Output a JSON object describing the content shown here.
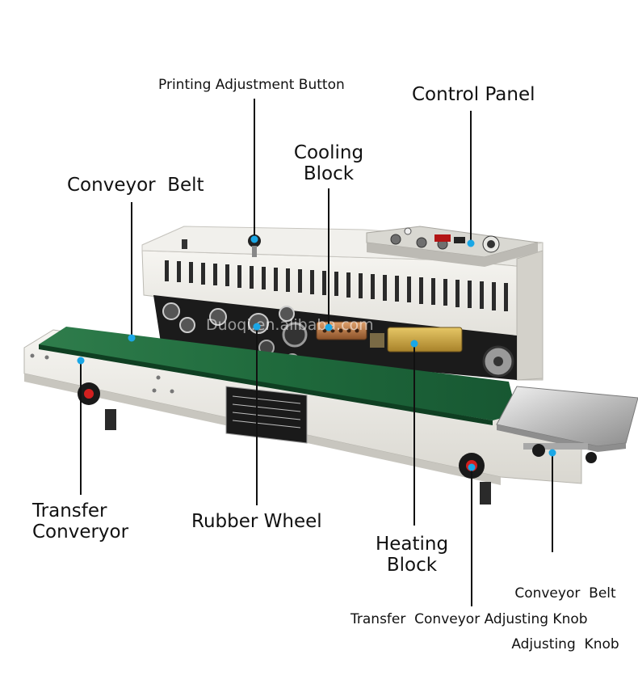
{
  "labels": {
    "printing_adjustment_button": "Printing Adjustment Button",
    "control_panel": "Control Panel",
    "cooling_block_line1": "Cooling",
    "cooling_block_line2": "Block",
    "conveyor_belt": "Conveyor  Belt",
    "transfer_conveyor_line1": "Transfer",
    "transfer_conveyor_line2": "Converyor",
    "rubber_wheel": "Rubber Wheel",
    "heating_block_line1": "Heating",
    "heating_block_line2": "Block",
    "conveyor_belt_knob_line1": "Conveyor  Belt",
    "conveyor_belt_knob_line2": "Adjusting  Knob",
    "transfer_conveyor_knob": "Transfer  Conveyor Adjusting Knob"
  },
  "watermark": "Duoqi.en.alibaba.com",
  "colors": {
    "leader_line": "#111111",
    "marker_dot": "#1aa7e6",
    "belt": "#1f6a3c",
    "body": "#ecebe6",
    "knob": "#1a1a1a",
    "knob_cap": "#d21f1f",
    "heater": "#c9a441"
  }
}
